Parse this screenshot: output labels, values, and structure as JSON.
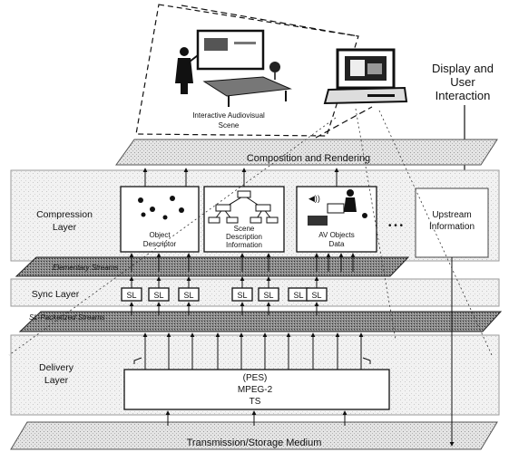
{
  "scene": {
    "caption_line1": "Interactive Audiovisual",
    "caption_line2": "Scene"
  },
  "display": {
    "line1": "Display and",
    "line2": "User",
    "line3": "Interaction"
  },
  "composition_label": "Composition and Rendering",
  "compression": {
    "label_line1": "Compression",
    "label_line2": "Layer",
    "boxes": [
      {
        "line1": "Object",
        "line2": "Descriptor"
      },
      {
        "line1": "Scene",
        "line2": "Description",
        "line3": "Information"
      },
      {
        "line1": "AV Objects",
        "line2": "Data"
      }
    ],
    "ellipsis": "• • •",
    "upstream_line1": "Upstream",
    "upstream_line2": "Information"
  },
  "elementary_streams_label": "Elementary Streams",
  "sync": {
    "label": "Sync Layer",
    "sl_label": "SL"
  },
  "sl_packetized_label": "SL-Packetized Streams",
  "delivery": {
    "label_line1": "Delivery",
    "label_line2": "Layer",
    "box_line1": "(PES)",
    "box_line2": "MPEG-2",
    "box_line3": "TS"
  },
  "transmission_label": "Transmission/Storage Medium"
}
